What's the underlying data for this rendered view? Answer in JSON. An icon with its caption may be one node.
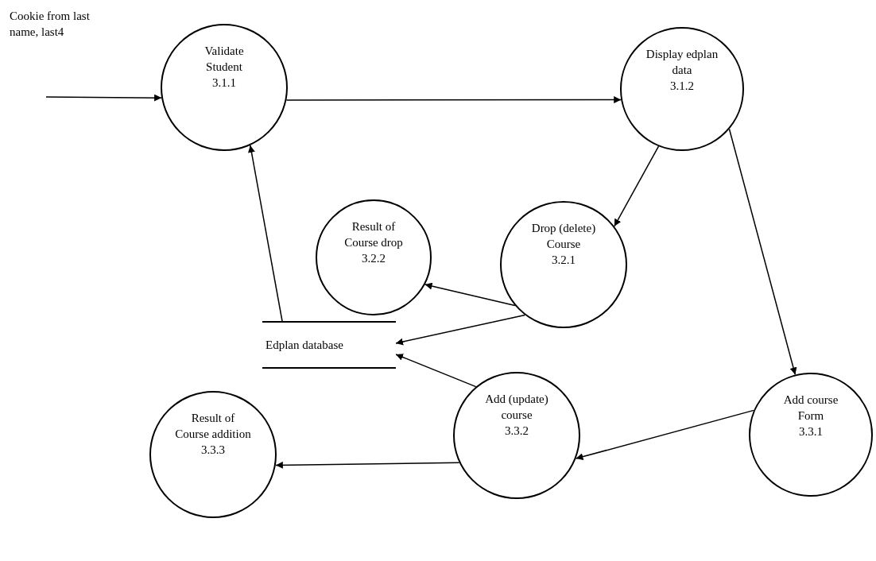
{
  "diagram": {
    "nodes": [
      {
        "text": [
          "Cookie from last name, last4"
        ]
      },
      {
        "text": [
          "Validate Student",
          "3.1.1"
        ]
      },
      {
        "text": [
          "Display edplan data",
          "3.1.2"
        ]
      },
      {
        "text": [
          "Result of Course drop",
          "3.2.2"
        ]
      },
      {
        "text": [
          "Drop (delete) Course",
          "3.2.1"
        ]
      },
      {
        "text": [
          "Edplan database"
        ]
      },
      {
        "text": [
          "Add course Form",
          "3.3.1"
        ]
      },
      {
        "text": [
          "Result of Course addition",
          "3.3.3"
        ]
      },
      {
        "text": [
          "Add (update) course",
          "3.3.2"
        ]
      }
    ],
    "edges": [
      {
        "from": 0,
        "to": 1,
        "arrow": "to"
      },
      {
        "from": 1,
        "to": 2,
        "arrow": "to"
      },
      {
        "from": 2,
        "to": 4,
        "arrow": "to"
      },
      {
        "from": 2,
        "to": 6,
        "arrow": "to"
      },
      {
        "from": 4,
        "to": 3,
        "arrow": "to"
      },
      {
        "from": 4,
        "to": 5,
        "arrow": "to"
      },
      {
        "from": 5,
        "to": 1,
        "arrow": "to"
      },
      {
        "from": 6,
        "to": 8,
        "arrow": "to"
      },
      {
        "from": 8,
        "to": 5,
        "arrow": "to"
      },
      {
        "from": 8,
        "to": 7,
        "arrow": "to"
      }
    ]
  }
}
